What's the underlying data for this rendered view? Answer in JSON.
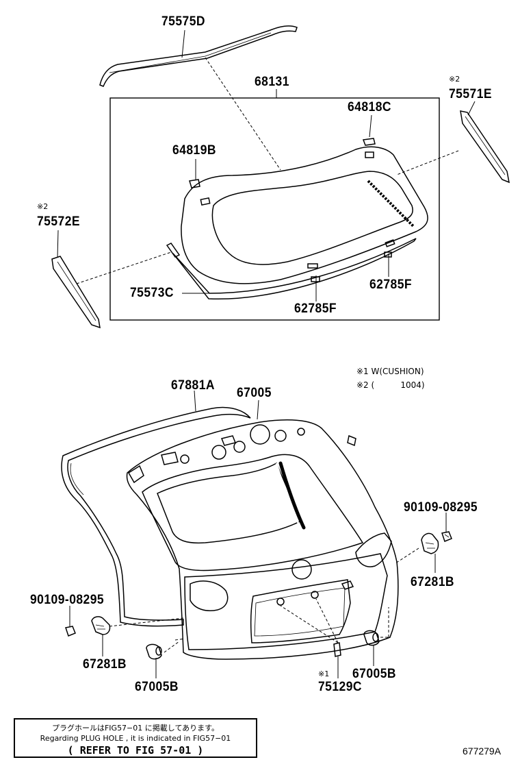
{
  "parts": {
    "moulding_top": "75575D",
    "back_glass": "68131",
    "stopper_right": "64818C",
    "stopper_left": "64819B",
    "garnish_right": "75571E",
    "garnish_left": "75572E",
    "moulding_lower": "75573C",
    "spacer_right": "62785F",
    "spacer_center": "62785F",
    "weatherstrip": "67881A",
    "back_door_panel": "67005",
    "screw_right": "90109-08295",
    "stay_right": "67281B",
    "screw_left": "90109-08295",
    "stay_left": "67281B",
    "cushion_left": "67005B",
    "plug": "75129C",
    "cushion_right": "67005B"
  },
  "marks": {
    "garnish_right_mark": "※2",
    "garnish_left_mark": "※2",
    "plug_mark": "※1"
  },
  "legend": {
    "note1": "※1 W(CUSHION)",
    "note2": "※2 (          1004)"
  },
  "note_box": {
    "line1_jp": "プラグホールはFIG57−01 に掲載してあります。",
    "line2": "Regarding  PLUG HOLE ,  it is  indicated  in  FIG57−01",
    "line3": "( REFER TO FIG 57-01 )"
  },
  "illustration_code": "677279A"
}
